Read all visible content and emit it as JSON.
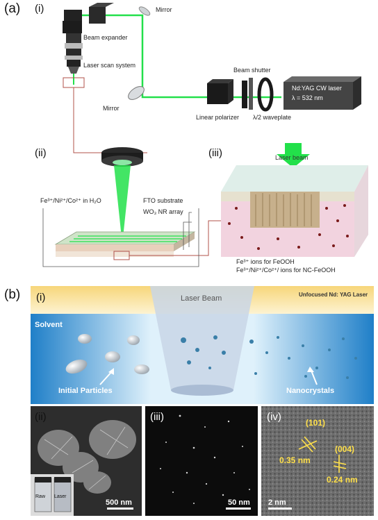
{
  "panel_a": {
    "tag": "(a)",
    "sub_i": "(i)",
    "sub_ii": "(ii)",
    "sub_iii": "(iii)",
    "labels": {
      "mirror_top": "Mirror",
      "beam_expander": "Beam expander",
      "laser_scan_system": "Laser scan system",
      "beam_shutter": "Beam shutter",
      "mirror_left": "Mirror",
      "linear_polarizer": "Linear polarizer",
      "waveplate": "λ/2 waveplate",
      "laser_line1": "Nd:YAG CW laser",
      "laser_line2": "λ = 532 nm",
      "solution": "Fe³⁺/Ni²⁺/Co²⁺ in H₂O",
      "fto": "FTO substrate",
      "wo3": "WO₃ NR array",
      "laser_beam": "Laser beam",
      "ions_feooh": "Fe³⁺ ions for FeOOH",
      "ions_ncfeooh": "Fe³⁺/Ni²⁺/Co²⁺/ ions for NC-FeOOH"
    }
  },
  "panel_b": {
    "tag": "(b)",
    "sub_i": "(i)",
    "sub_ii": "(ii)",
    "sub_iii": "(iii)",
    "sub_iv": "(iv)",
    "labels": {
      "laser_beam": "Laser Beam",
      "unfocused": "Unfocused Nd: YAG Laser",
      "solvent": "Solvent",
      "initial_particles": "Initial Particles",
      "nanocrystals": "Nanocrystals",
      "raw": "Raw",
      "laser": "Laser",
      "scale_ii": "500 nm",
      "scale_iii": "50 nm",
      "scale_iv": "2 nm",
      "plane_101": "(101)",
      "plane_004": "(004)",
      "d_035": "0.35 nm",
      "d_024": "0.24 nm"
    }
  },
  "colors": {
    "laser_green": "#22e04a",
    "panel_blue": "#2a8fd0",
    "annotation_yellow": "#ffe04a"
  }
}
